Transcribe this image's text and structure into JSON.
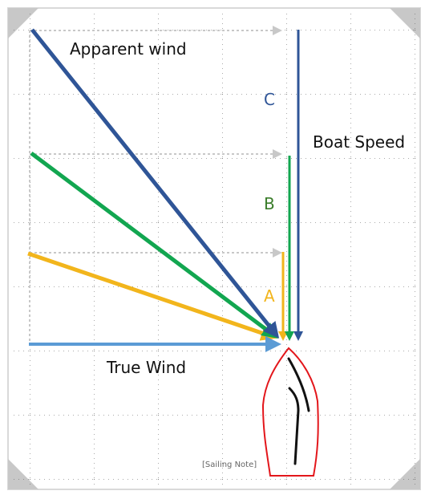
{
  "labels": {
    "apparent_wind": "Apparent wind",
    "boat_speed": "Boat Speed",
    "true_wind": "True Wind",
    "watermark": "[Sailing Note]",
    "scenario_a": "A",
    "scenario_b": "B",
    "scenario_c": "C"
  },
  "colors": {
    "background": "#ffffff",
    "frame_border": "#d9d9d9",
    "corner_folds": "#c8c8c8",
    "grid_dots": "#555555",
    "helper_dashes": "#c8c8c8",
    "true_wind": "#5b9bd5",
    "scenario_a": "#f2b51c",
    "scenario_b": "#12a650",
    "scenario_c": "#2f5597",
    "label_b": "#3a7d2a",
    "label_c": "#2f5597",
    "hull": "#e3161b",
    "sail": "#111111"
  },
  "scenarios": [
    {
      "name": "A",
      "boat_speed_relative": 1,
      "color_key": "scenario_a"
    },
    {
      "name": "B",
      "boat_speed_relative": 2,
      "color_key": "scenario_b"
    },
    {
      "name": "C",
      "boat_speed_relative": 3,
      "color_key": "scenario_c"
    }
  ]
}
